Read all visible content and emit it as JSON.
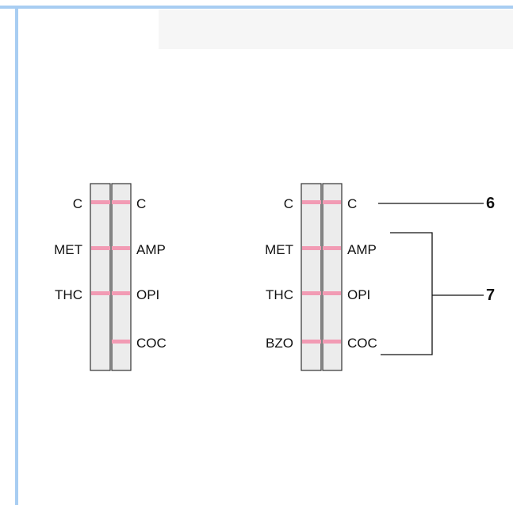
{
  "colors": {
    "frame_border": "#a8cdf2",
    "top_band": "#f6f6f6",
    "strip_fill": "#ececec",
    "strip_outline": "#333333",
    "band": "#f29bb4"
  },
  "left_card": {
    "left_labels": [
      "C",
      "MET",
      "THC"
    ],
    "right_labels": [
      "C",
      "AMP",
      "OPI",
      "COC"
    ],
    "bands": {
      "left_strip": [
        true,
        true,
        true,
        false
      ],
      "right_strip": [
        true,
        true,
        true,
        true
      ]
    }
  },
  "right_card": {
    "left_labels": [
      "C",
      "MET",
      "THC",
      "BZO"
    ],
    "right_labels": [
      "C",
      "AMP",
      "OPI",
      "COC"
    ],
    "bands": {
      "left_strip": [
        true,
        true,
        true,
        true
      ],
      "right_strip": [
        true,
        true,
        true,
        true
      ]
    }
  },
  "callouts": {
    "control_line": "6",
    "test_lines": "7"
  }
}
